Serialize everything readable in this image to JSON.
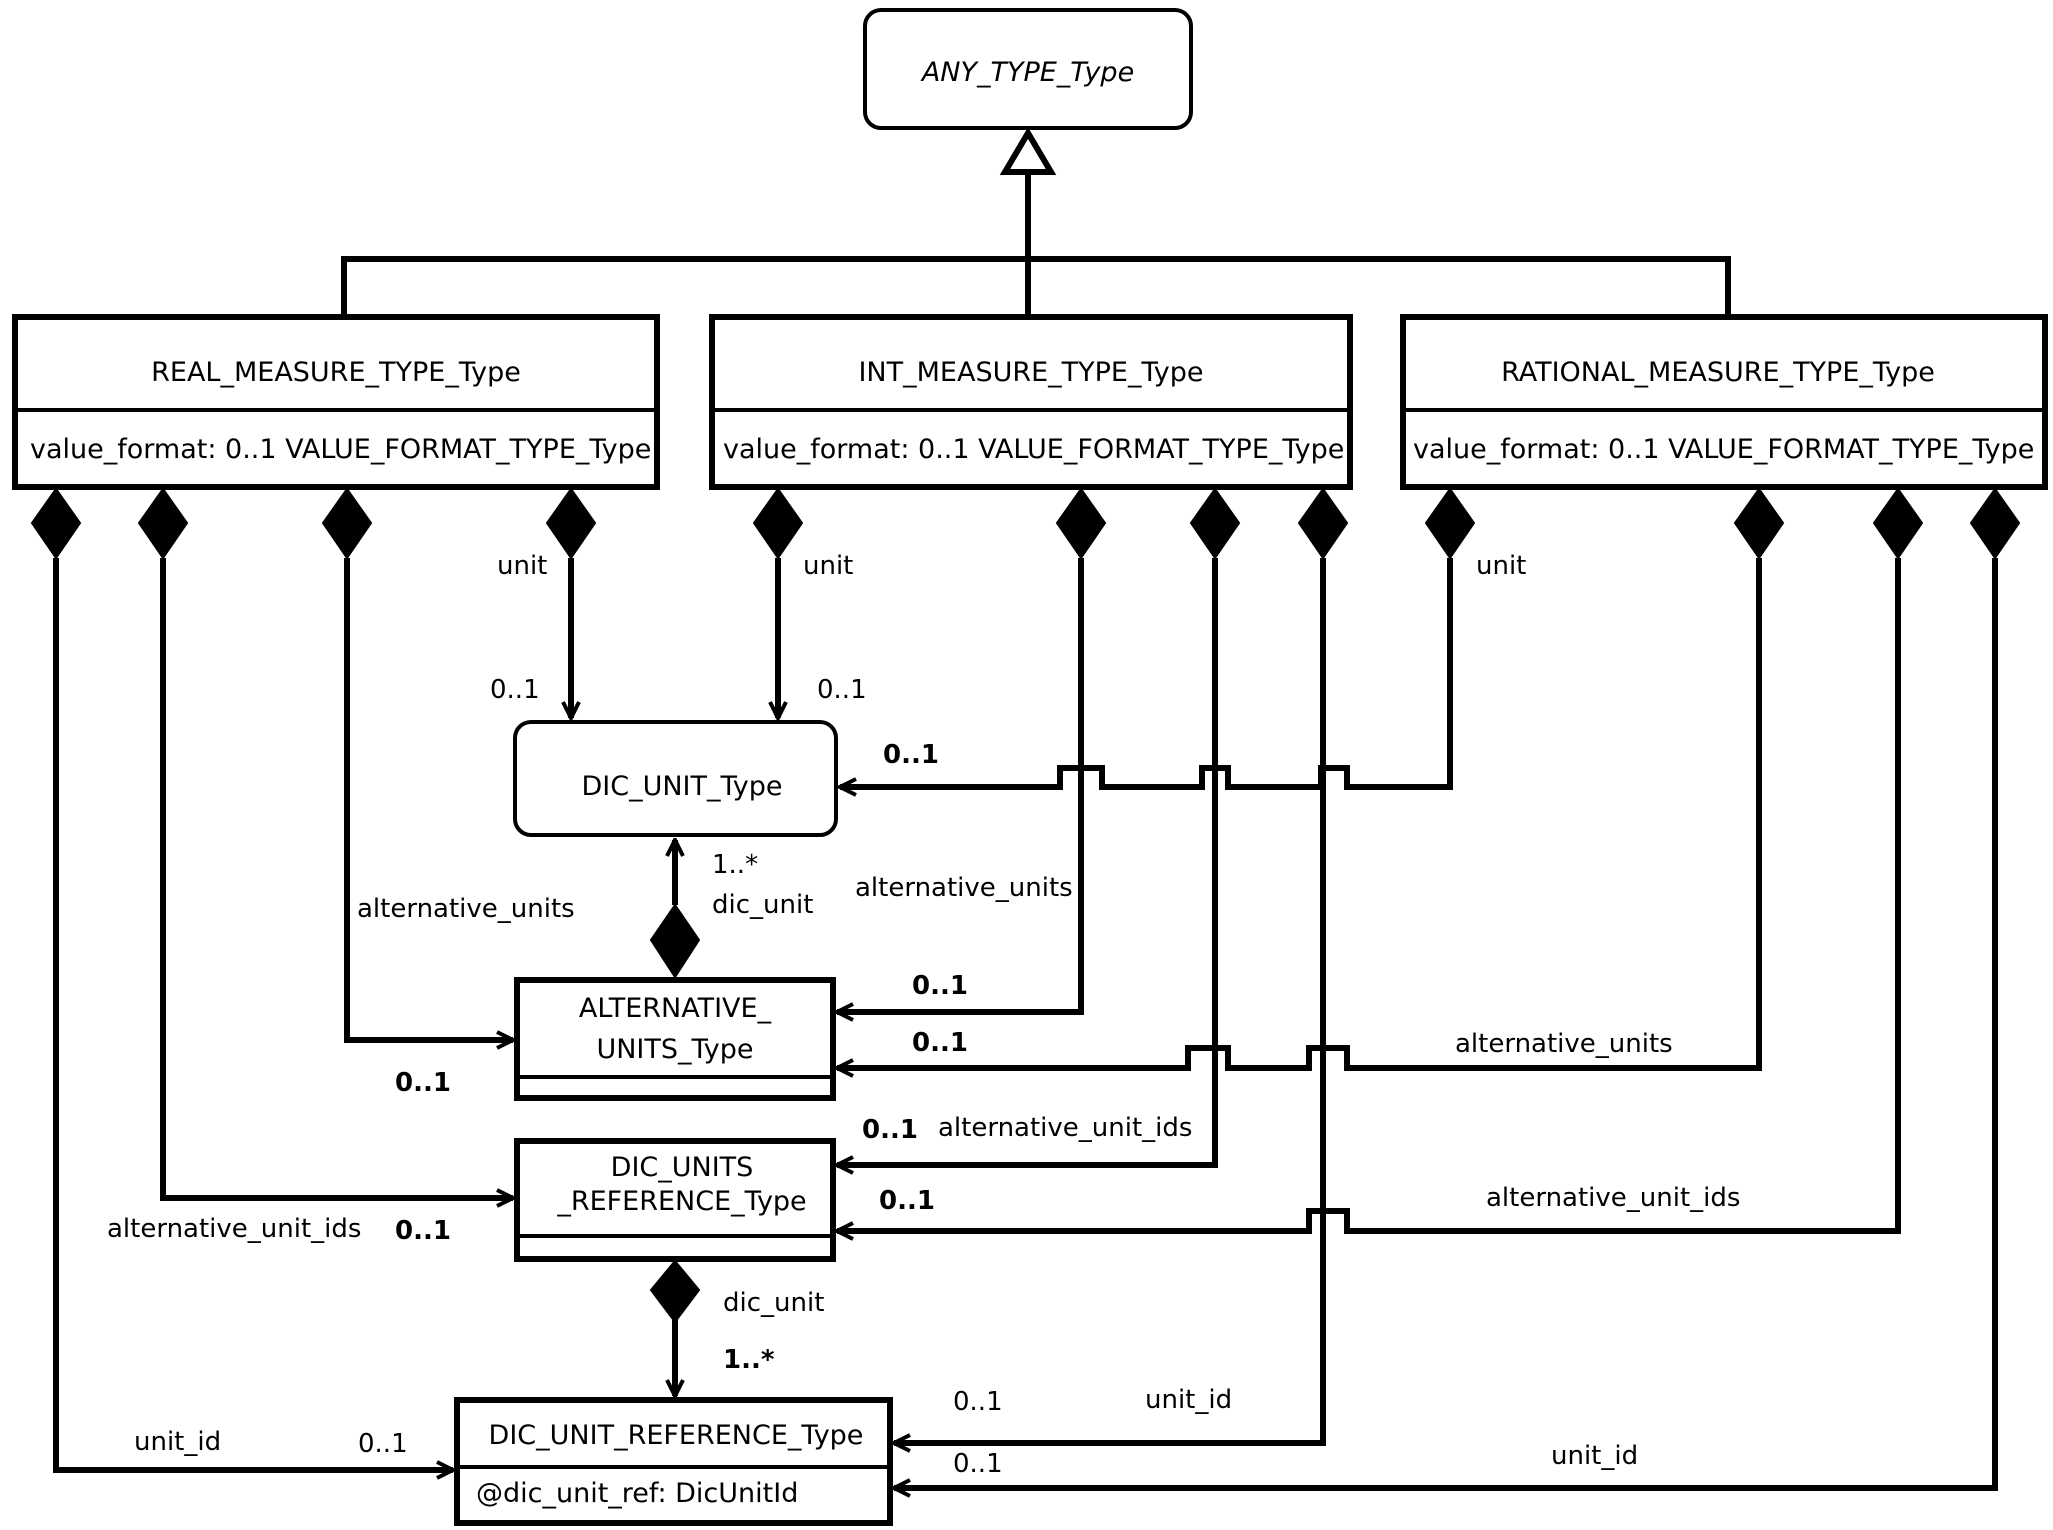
{
  "diagram": {
    "classes": {
      "any_type": {
        "name": "ANY_TYPE_Type"
      },
      "real_measure": {
        "name": "REAL_MEASURE_TYPE_Type",
        "attribute": "value_format: 0..1 VALUE_FORMAT_TYPE_Type"
      },
      "int_measure": {
        "name": "INT_MEASURE_TYPE_Type",
        "attribute": "value_format: 0..1 VALUE_FORMAT_TYPE_Type"
      },
      "rational_measure": {
        "name": "RATIONAL_MEASURE_TYPE_Type",
        "attribute": "value_format: 0..1 VALUE_FORMAT_TYPE_Type"
      },
      "dic_unit": {
        "name": "DIC_UNIT_Type"
      },
      "alternative_units": {
        "name_line1": "ALTERNATIVE_",
        "name_line2": "UNITS_Type"
      },
      "dic_units_reference": {
        "name_line1": "DIC_UNITS",
        "name_line2": "_REFERENCE_Type"
      },
      "dic_unit_reference": {
        "name": "DIC_UNIT_REFERENCE_Type",
        "attribute": "@dic_unit_ref: DicUnitId"
      }
    },
    "labels": {
      "real_unit_role": "unit",
      "real_unit_mult": "0..1",
      "int_unit_role": "unit",
      "int_unit_mult": "0..1",
      "rational_unit_role": "unit",
      "rational_unit_mult": "0..1",
      "dic_unit_mult": "1..*",
      "dic_unit_role": "dic_unit",
      "real_alt_units_role": "alternative_units",
      "real_alt_units_mult": "0..1",
      "int_alt_units_role": "alternative_units",
      "int_alt_units_mult": "0..1",
      "rational_alt_units_mult": "0..1",
      "rational_alt_units_role": "alternative_units",
      "int_alt_ids_mult": "0..1",
      "int_alt_ids_role": "alternative_unit_ids",
      "rational_alt_ids_mult": "0..1",
      "rational_alt_ids_role": "alternative_unit_ids",
      "real_alt_ids_role": "alternative_unit_ids",
      "real_alt_ids_mult": "0..1",
      "ref_dic_unit_role": "dic_unit",
      "ref_dic_unit_mult": "1..*",
      "int_unit_id_mult": "0..1",
      "int_unit_id_role": "unit_id",
      "real_unit_id_role": "unit_id",
      "real_unit_id_mult": "0..1",
      "rational_unit_id_mult": "0..1",
      "rational_unit_id_role": "unit_id"
    }
  }
}
